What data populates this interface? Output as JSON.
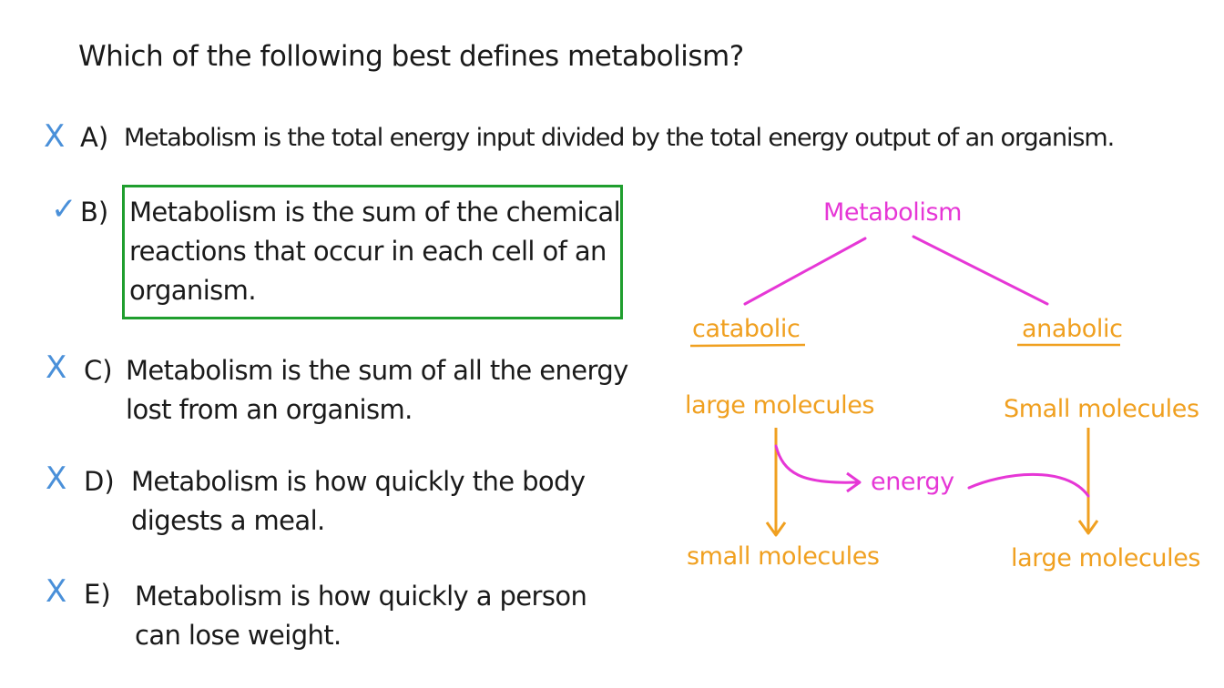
{
  "question": "Which of the following best defines metabolism?",
  "options": [
    {
      "mark": "X",
      "letter": "A)",
      "lines": [
        "Metabolism is the total energy input divided by the total energy output of an organism."
      ]
    },
    {
      "mark": "✓",
      "letter": "B)",
      "lines": [
        "Metabolism is the sum of the chemical",
        "reactions that occur in each cell of an",
        "organism."
      ]
    },
    {
      "mark": "X",
      "letter": "C)",
      "lines": [
        "Metabolism is the sum of all the energy",
        "lost from an organism."
      ]
    },
    {
      "mark": "X",
      "letter": "D)",
      "lines": [
        "Metabolism is how quickly the body",
        "digests a meal."
      ]
    },
    {
      "mark": "X",
      "letter": "E)",
      "lines": [
        "Metabolism is how quickly a person",
        "can lose weight."
      ]
    }
  ],
  "diagram": {
    "root": "Metabolism",
    "left_branch": "catabolic",
    "right_branch": "anabolic",
    "left_top": "large molecules",
    "right_top": "Small molecules",
    "middle": "energy",
    "left_bottom": "small molecules",
    "right_bottom": "large molecules"
  },
  "colors": {
    "mark": "#4a90d9",
    "correct_box": "#1f9e2e",
    "diagram_pink": "#e637d6",
    "diagram_orange": "#f0a020"
  }
}
